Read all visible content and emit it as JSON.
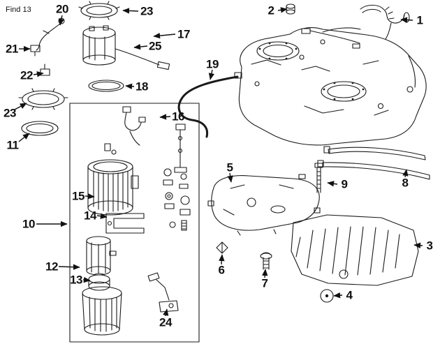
{
  "page": {
    "find_label": "Find 13",
    "background": "#ffffff",
    "line_color": "#1a1a1a"
  },
  "callouts": {
    "c1": "1",
    "c2": "2",
    "c3": "3",
    "c4": "4",
    "c5": "5",
    "c6": "6",
    "c7": "7",
    "c8": "8",
    "c9": "9",
    "c10": "10",
    "c11": "11",
    "c12": "12",
    "c13": "13",
    "c14": "14",
    "c15": "15",
    "c16": "16",
    "c17": "17",
    "c18": "18",
    "c19": "19",
    "c20": "20",
    "c21": "21",
    "c22": "22",
    "c23a": "23",
    "c23b": "23",
    "c24": "24",
    "c25": "25"
  }
}
